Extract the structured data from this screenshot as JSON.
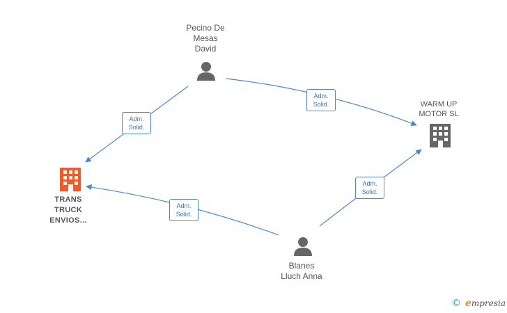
{
  "nodes": {
    "pecino": {
      "label": "Pecino De\nMesas\nDavid",
      "kind": "person"
    },
    "warmup": {
      "label": "WARM UP\nMOTOR  SL",
      "kind": "company"
    },
    "transtruck": {
      "label": "TRANS\nTRUCK\nENVIOS...",
      "kind": "company-highlight"
    },
    "blanes": {
      "label": "Blanes\nLluch Anna",
      "kind": "person"
    }
  },
  "edges": [
    {
      "from": "pecino",
      "to": "transtruck",
      "line1": "Adm.",
      "line2": "Solid."
    },
    {
      "from": "pecino",
      "to": "warmup",
      "line1": "Adm.",
      "line2": "Solid."
    },
    {
      "from": "blanes",
      "to": "transtruck",
      "line1": "Adm.",
      "line2": "Solid."
    },
    {
      "from": "blanes",
      "to": "warmup",
      "line1": "Adm.",
      "line2": "Solid."
    }
  ],
  "colors": {
    "edge": "#4a86d4",
    "person_icon": "#666666",
    "company_icon": "#666666",
    "highlight_icon": "#f05a28",
    "brand_accent": "#e8891f",
    "copyright": "#2b9bd7"
  },
  "footer": {
    "copyright_symbol": "©",
    "brand_initial": "e",
    "brand_rest": "mpresia"
  }
}
